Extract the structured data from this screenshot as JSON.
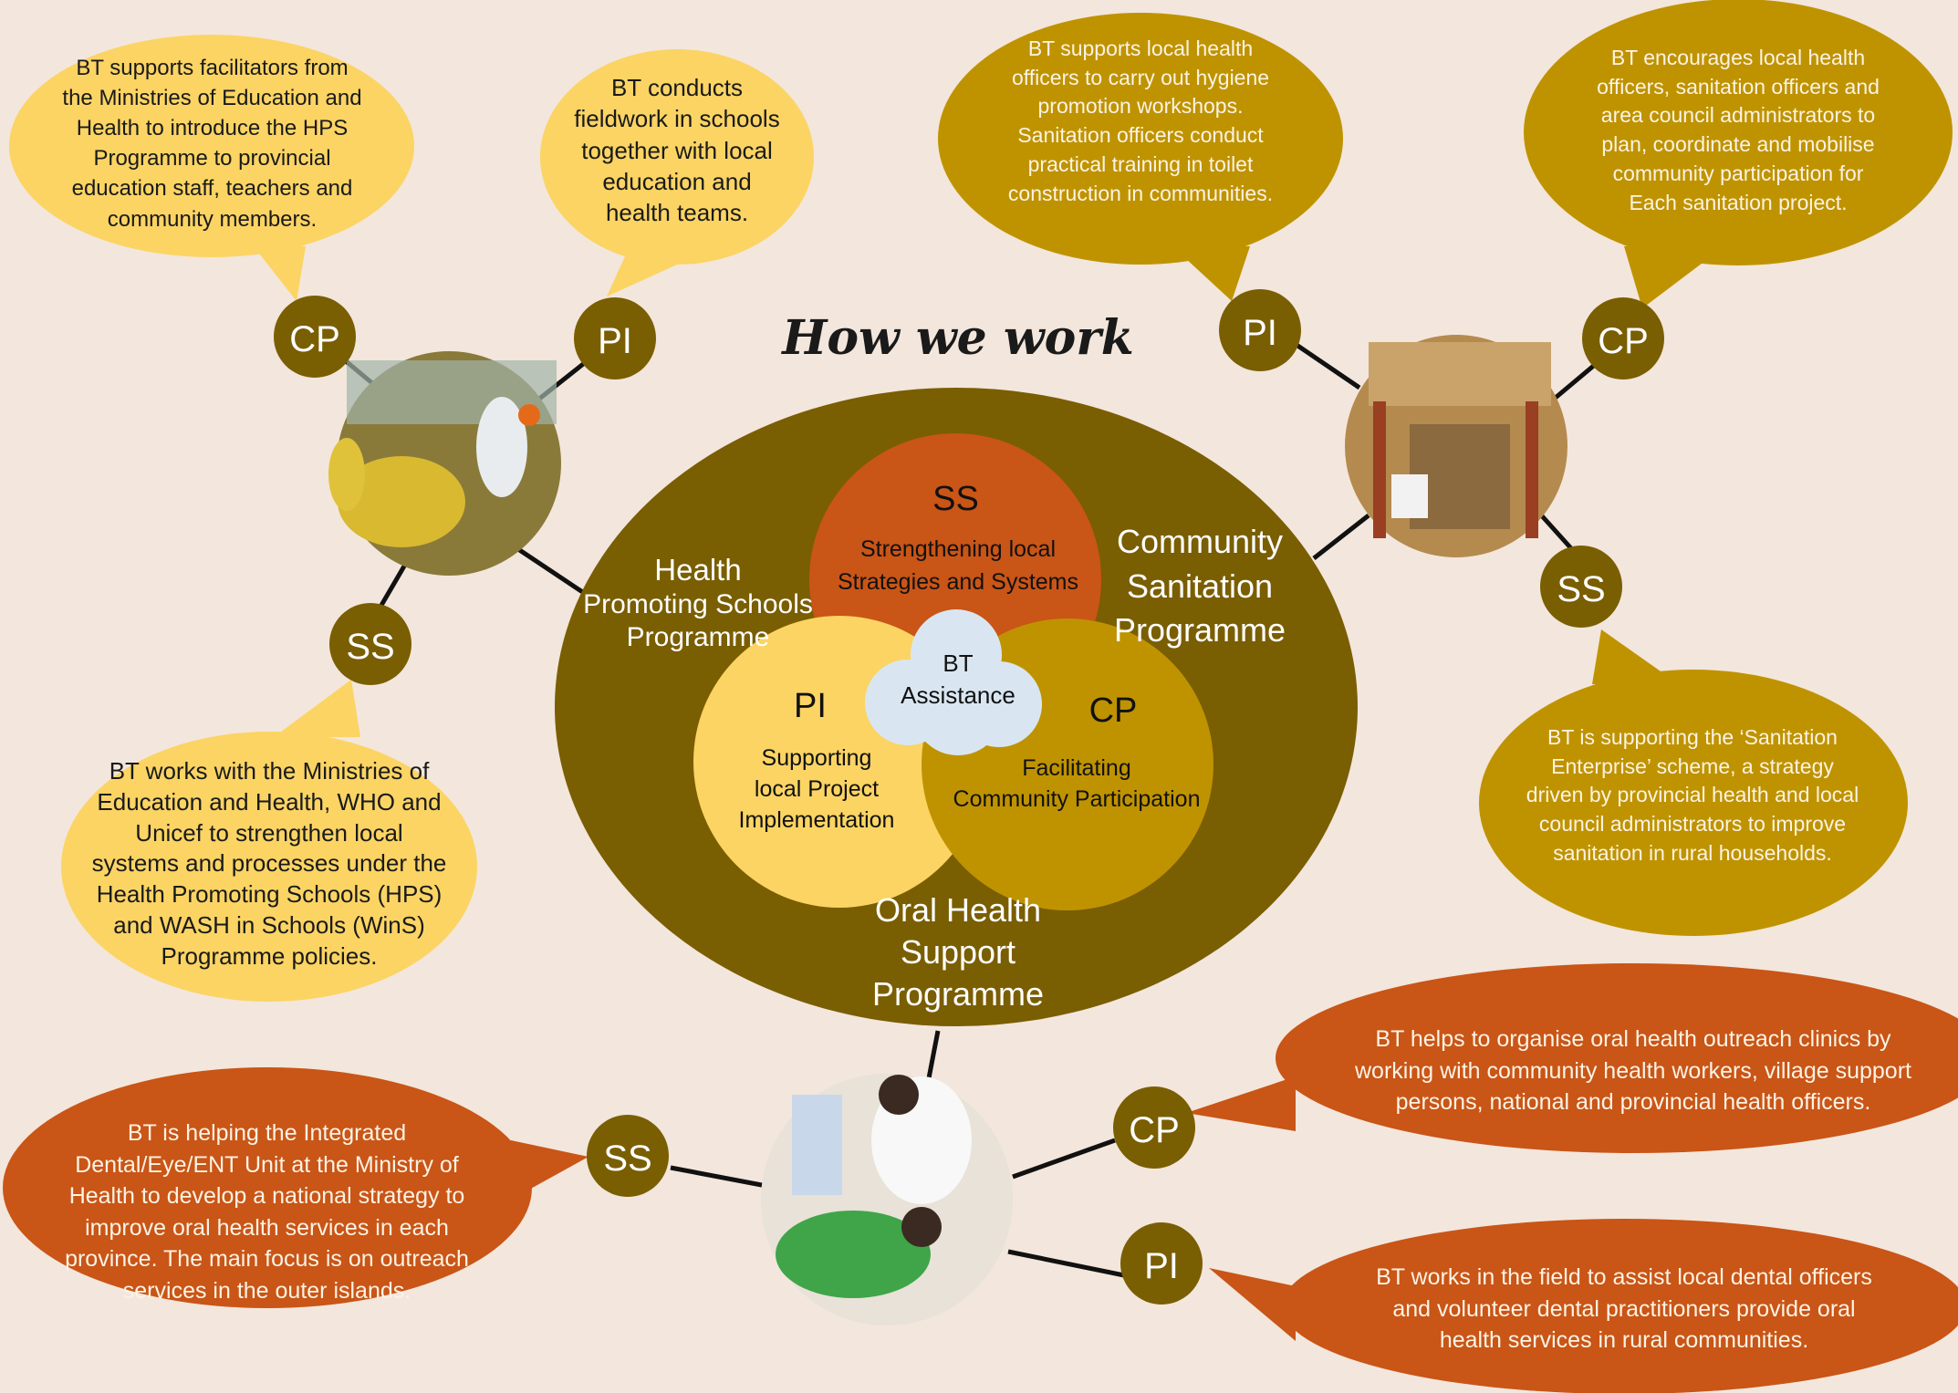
{
  "title": "How we work",
  "colors": {
    "background": "#f3e6dc",
    "yellow": "#fbd464",
    "gold": "#bf9300",
    "dark_olive": "#7a5e02",
    "rust": "#c95517",
    "light_blue": "#d9e6f2"
  },
  "venn": {
    "ss_code": "SS",
    "ss_text_1": "Strengthening local",
    "ss_text_2": "Strategies and Systems",
    "pi_code": "PI",
    "pi_text_1": "Supporting",
    "pi_text_2": "local Project",
    "pi_text_3": "Implementation",
    "cp_code": "CP",
    "cp_text_1": "Facilitating",
    "cp_text_2": "Community Participation",
    "center_1": "BT",
    "center_2": "Assistance"
  },
  "programmes": {
    "hps": [
      "Health",
      "Promoting Schools",
      "Programme"
    ],
    "csp": [
      "Community",
      "Sanitation",
      "Programme"
    ],
    "ohs": [
      "Oral Health",
      "Support",
      "Programme"
    ]
  },
  "hps_cluster": {
    "cp_label": "CP",
    "pi_label": "PI",
    "ss_label": "SS",
    "cp_text": [
      "BT supports facilitators from",
      "the Ministries of Education and",
      "Health to introduce the HPS",
      "Programme to provincial",
      "education staff, teachers and",
      "community members."
    ],
    "pi_text": [
      "BT conducts",
      "fieldwork in schools",
      "together with local",
      "education and",
      "health teams."
    ],
    "ss_text": [
      "BT works with the Ministries of",
      "Education and Health, WHO and",
      "Unicef to strengthen local",
      "systems and processes under the",
      "Health Promoting Schools (HPS)",
      "and WASH in Schools (WinS)",
      "Programme policies."
    ]
  },
  "csp_cluster": {
    "pi_label": "PI",
    "cp_label": "CP",
    "ss_label": "SS",
    "pi_text": [
      "BT supports local health",
      "officers to carry out hygiene",
      "promotion  workshops.",
      "Sanitation officers conduct",
      "practical training in toilet",
      "construction in  communities."
    ],
    "cp_text": [
      "BT encourages local health",
      "officers, sanitation officers and",
      "area council administrators to",
      "plan, coordinate and mobilise",
      "community participation for",
      "Each sanitation project."
    ],
    "ss_text": [
      "BT is supporting the ‘Sanitation",
      "Enterprise’ scheme, a strategy",
      "driven by provincial health and local",
      "council administrators to improve",
      "sanitation in rural households."
    ]
  },
  "ohs_cluster": {
    "ss_label": "SS",
    "cp_label": "CP",
    "pi_label": "PI",
    "ss_text": [
      "BT is helping the Integrated",
      "Dental/Eye/ENT Unit at the Ministry of",
      "Health to develop a national strategy to",
      "improve oral health services in each",
      "province. The main focus is on outreach",
      "services in the outer islands."
    ],
    "cp_text": [
      "BT helps to organise oral health outreach clinics by",
      "working with community health workers, village support",
      "persons, national and provincial health officers."
    ],
    "pi_text": [
      "BT works in the field to assist local dental officers",
      "and volunteer dental practitioners provide oral",
      "health services in rural communities."
    ]
  }
}
